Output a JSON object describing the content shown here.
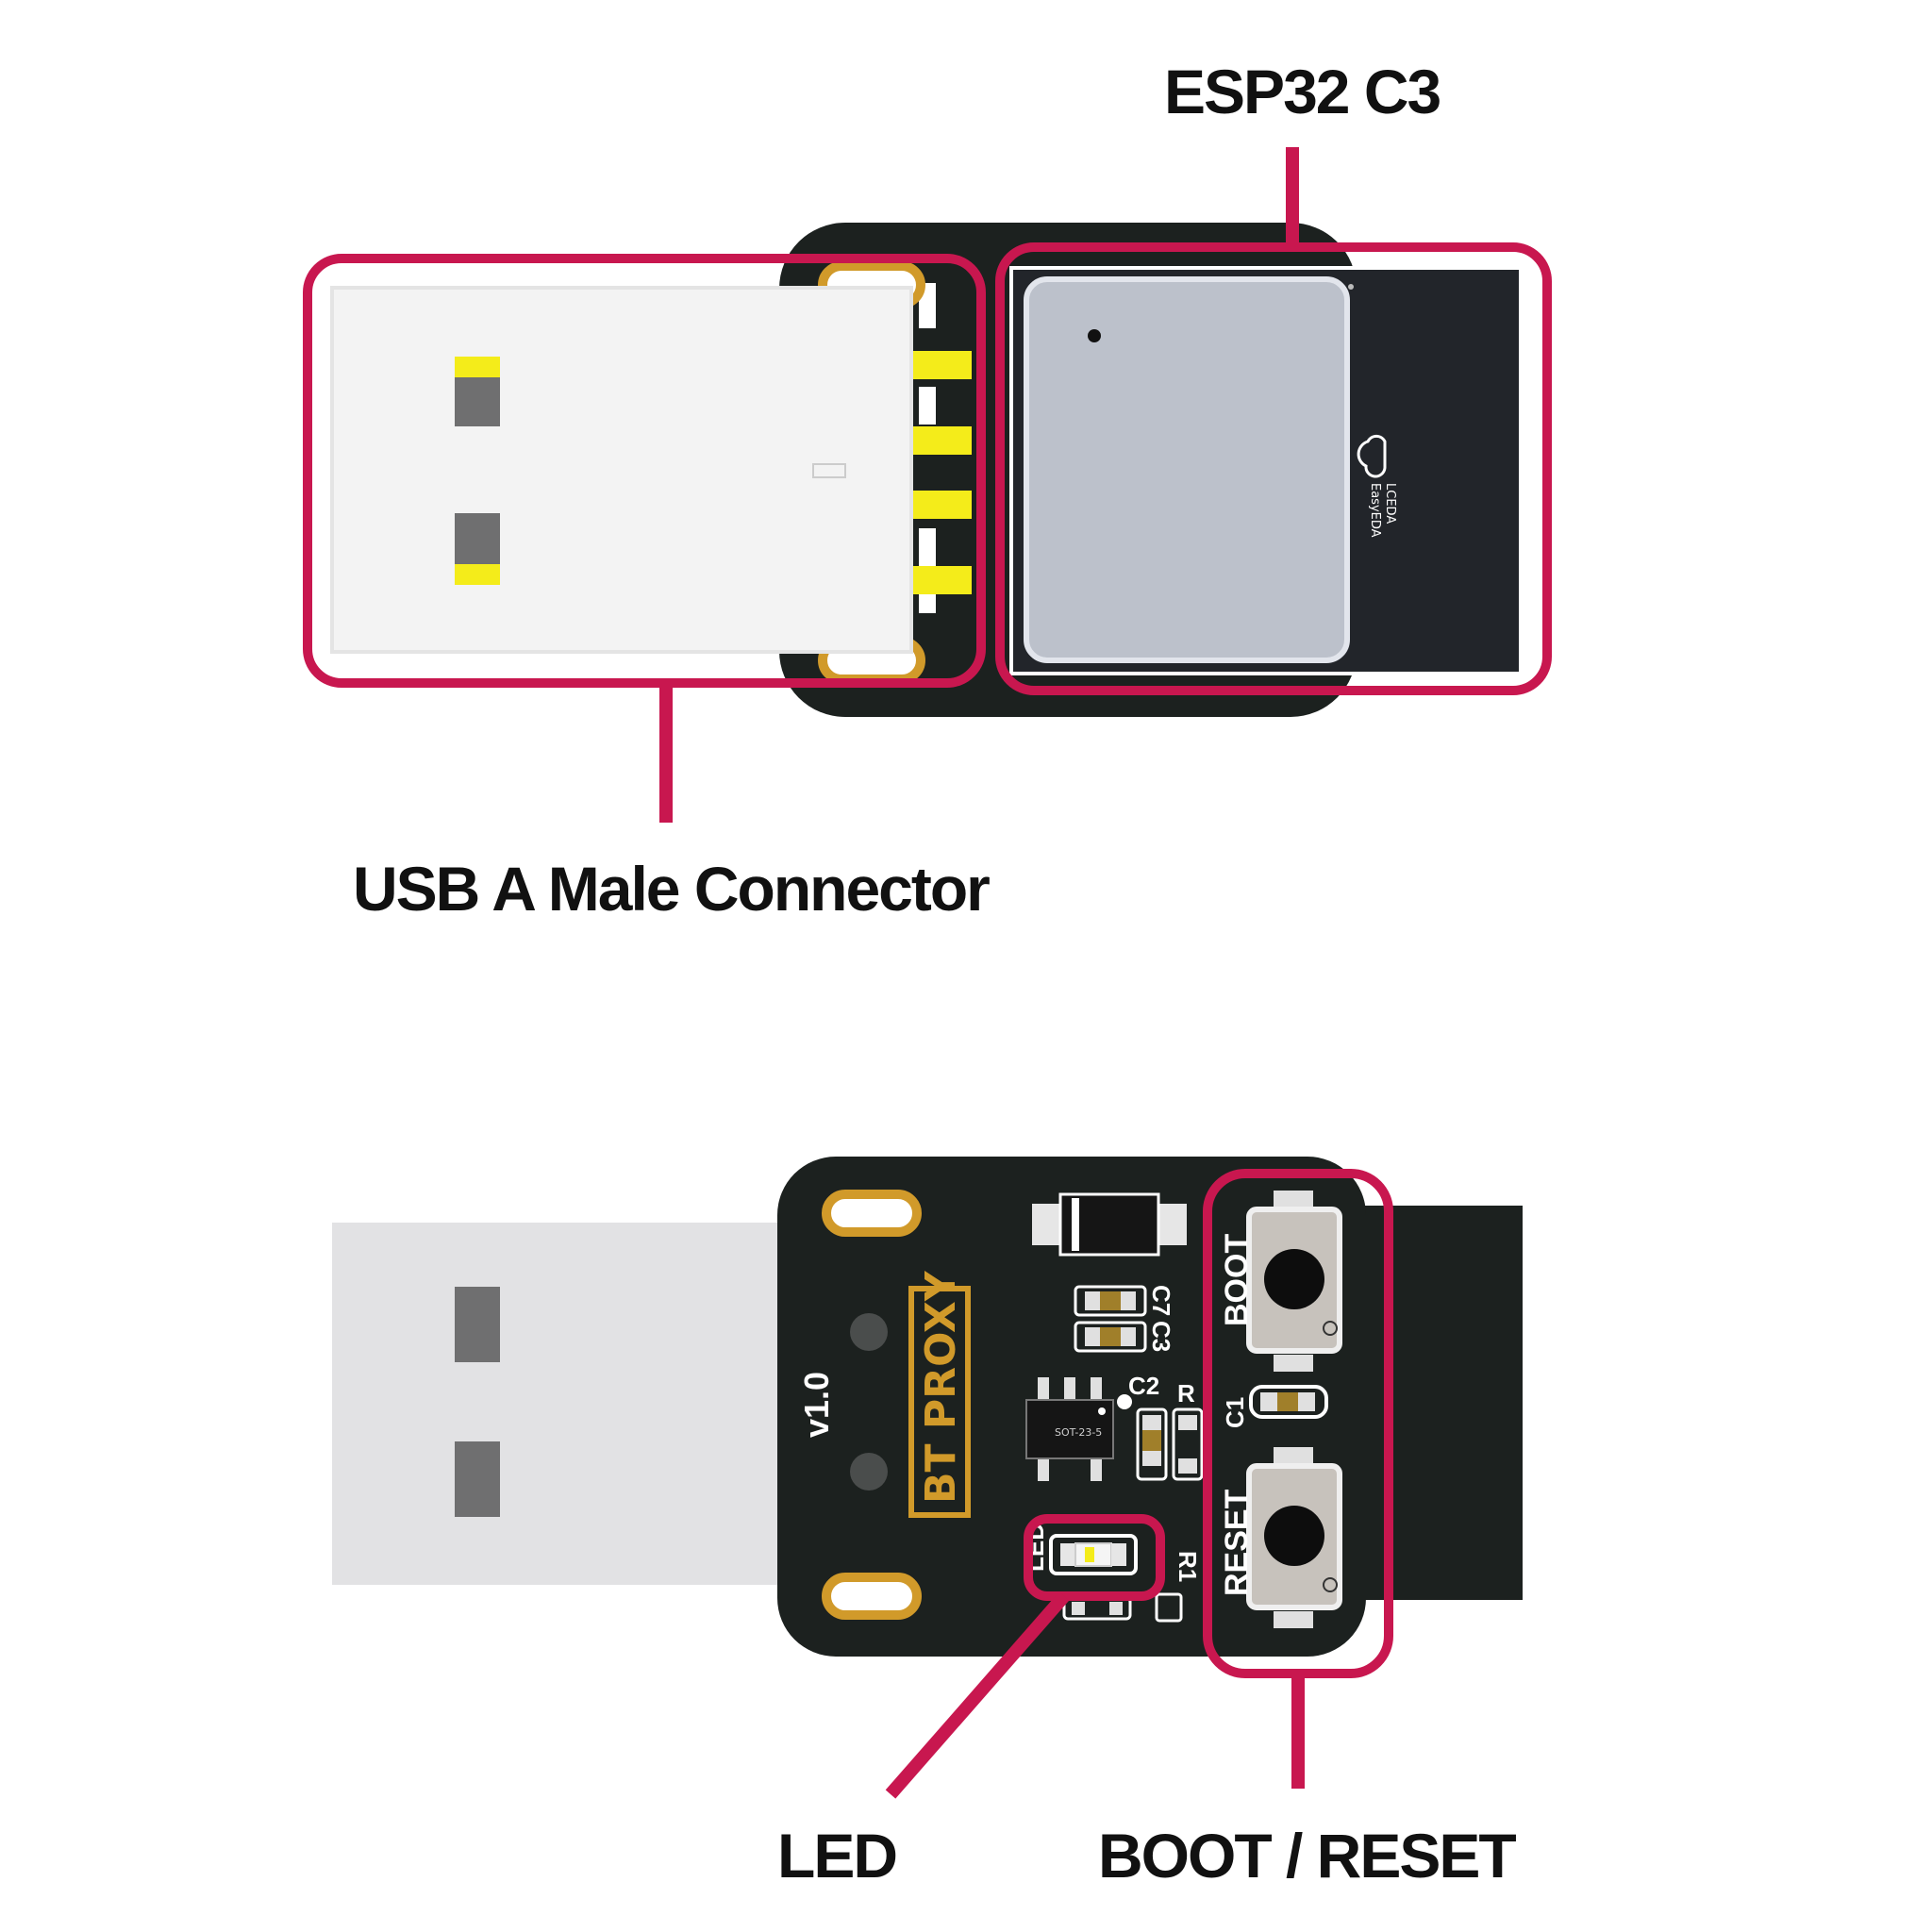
{
  "callouts": {
    "esp32": "ESP32 C3",
    "usb": "USB A Male Connector",
    "led": "LED",
    "boot_reset": "BOOT / RESET"
  },
  "board_front": {
    "logo_line1": "LCEDA",
    "logo_line2": "EasyEDA"
  },
  "board_back": {
    "product_name": "BT PROXY",
    "version": "v1.0",
    "button_boot": "BOOT",
    "button_reset": "RESET",
    "silk_c7": "C7",
    "silk_c3": "C3",
    "silk_c2": "C2",
    "silk_c1": "C1",
    "silk_r": "R",
    "silk_r1": "R1",
    "silk_led": "LED",
    "ic_marking": "SOT-23-5"
  },
  "colors": {
    "highlight": "#c8174f",
    "pcb": "#1c211f",
    "gold": "#d19a2a",
    "usb_plug": "#f3f3f3",
    "usb_plug_back": "#e2e2e4",
    "module_shield": "#bcc1cb",
    "contact_yellow": "#f4ec1a",
    "contact_grey": "#6f6f70"
  }
}
